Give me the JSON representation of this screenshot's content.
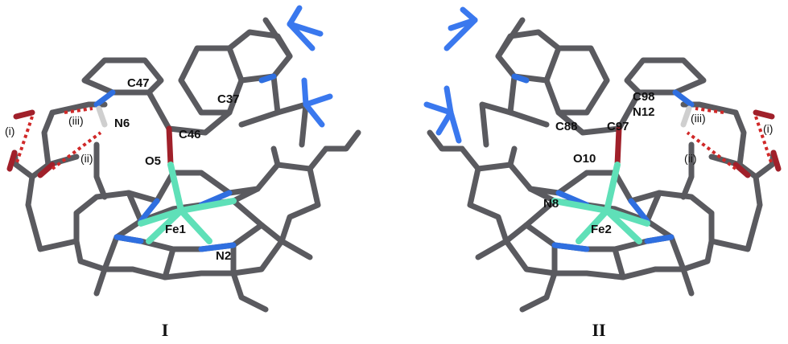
{
  "colors": {
    "carbon": "#5a5a5f",
    "nitrogen": "#2f6fe0",
    "oxygen": "#a0202a",
    "iron": "#5fe0b8",
    "fluorine": "#3a78ee",
    "hydrogen": "#cfcfcf",
    "hbond": "#d02828"
  },
  "structures": [
    {
      "id": "I",
      "label": "I",
      "atom_labels": [
        "C47",
        "N6",
        "C37",
        "C46",
        "O5",
        "Fe1",
        "N2"
      ],
      "hbond_labels": [
        "(i)",
        "(ii)",
        "(iii)"
      ]
    },
    {
      "id": "II",
      "label": "II",
      "atom_labels": [
        "C98",
        "N12",
        "C88",
        "C97",
        "O10",
        "N8",
        "Fe2"
      ],
      "hbond_labels": [
        "(i)",
        "(ii)",
        "(iii)"
      ]
    }
  ]
}
